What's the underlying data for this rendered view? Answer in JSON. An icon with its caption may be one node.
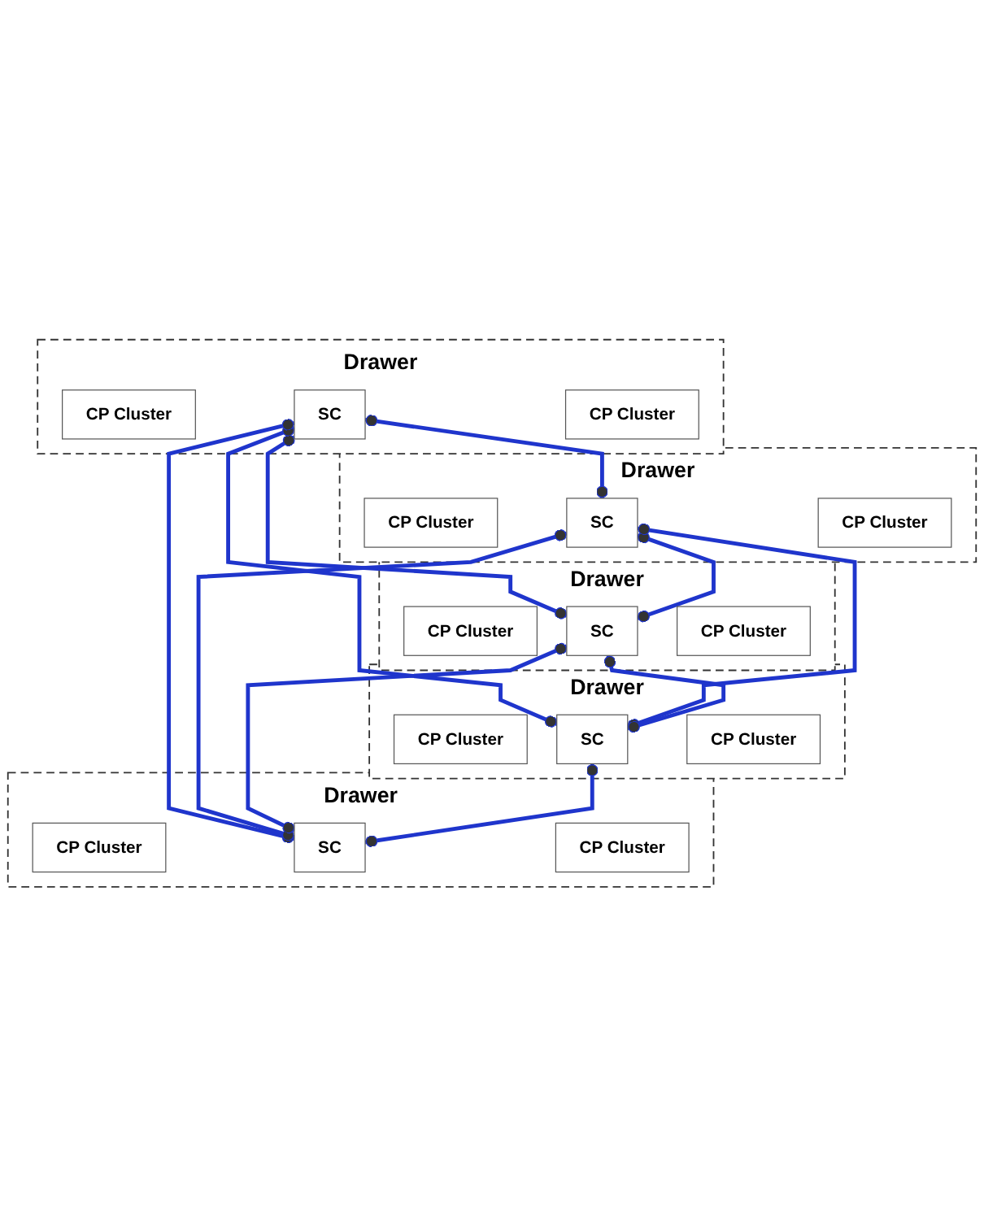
{
  "diagram": {
    "nodes": [
      {
        "text": [
          "Drawer"
        ]
      },
      {
        "text": [
          "CP Cluster"
        ],
        "in": 0
      },
      {
        "text": [
          "SC"
        ],
        "in": 0
      },
      {
        "text": [
          "CP Cluster"
        ],
        "in": 0
      },
      {
        "text": [
          "Drawer"
        ]
      },
      {
        "text": [
          "CP Cluster"
        ],
        "in": 4
      },
      {
        "text": [
          "SC"
        ],
        "in": 4
      },
      {
        "text": [
          "CP Cluster"
        ],
        "in": 4
      },
      {
        "text": [
          "Drawer"
        ]
      },
      {
        "text": [
          "CP Cluster"
        ],
        "in": 8
      },
      {
        "text": [
          "SC"
        ],
        "in": 8
      },
      {
        "text": [
          "CP Cluster"
        ],
        "in": 8
      },
      {
        "text": [
          "Drawer"
        ]
      },
      {
        "text": [
          "CP Cluster"
        ],
        "in": 12
      },
      {
        "text": [
          "SC"
        ],
        "in": 12
      },
      {
        "text": [
          "CP Cluster"
        ],
        "in": 12
      },
      {
        "text": [
          "Drawer"
        ]
      },
      {
        "text": [
          "CP Cluster"
        ],
        "in": 16
      },
      {
        "text": [
          "SC"
        ],
        "in": 16
      },
      {
        "text": [
          "CP Cluster"
        ],
        "in": 16
      }
    ],
    "edges": [
      {
        "from": 2,
        "to": 6,
        "arrow": "other"
      },
      {
        "from": 2,
        "to": 10,
        "arrow": "other"
      },
      {
        "from": 2,
        "to": 14,
        "arrow": "other"
      },
      {
        "from": 2,
        "to": 18,
        "arrow": "other"
      },
      {
        "from": 6,
        "to": 10,
        "arrow": "other"
      },
      {
        "from": 6,
        "to": 14,
        "arrow": "other"
      },
      {
        "from": 6,
        "to": 18,
        "arrow": "other"
      },
      {
        "from": 10,
        "to": 14,
        "arrow": "other"
      },
      {
        "from": 10,
        "to": 18,
        "arrow": "other"
      },
      {
        "from": 14,
        "to": 18,
        "arrow": "other"
      }
    ]
  }
}
